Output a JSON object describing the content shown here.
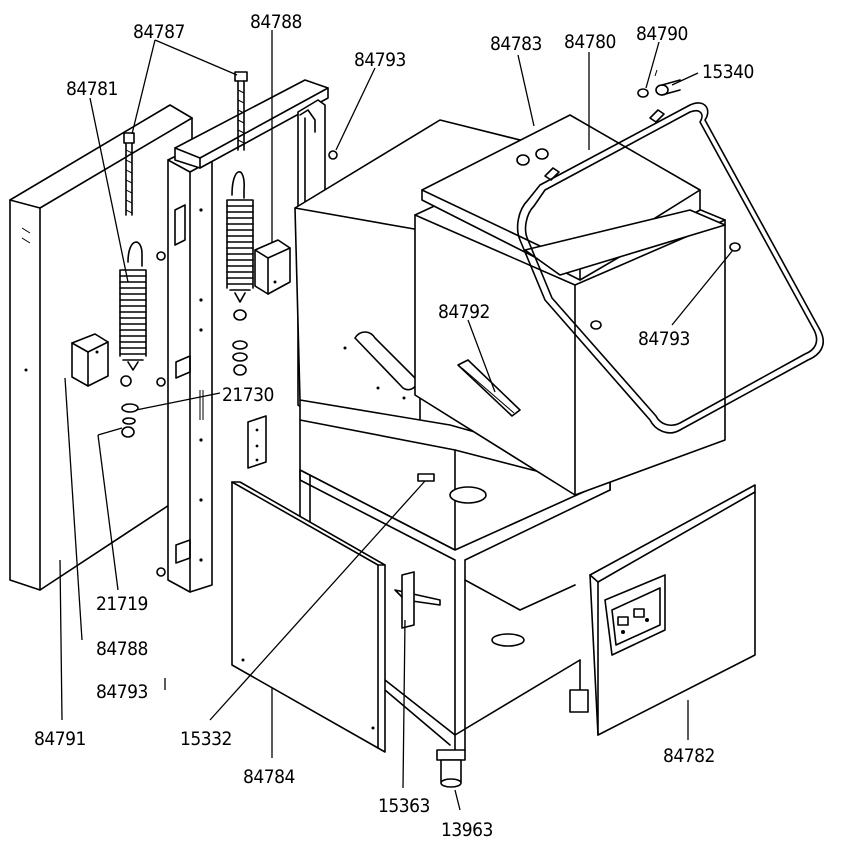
{
  "labels": {
    "p84787": "84787",
    "p84788_top": "84788",
    "p84793_top": "84793",
    "p84783": "84783",
    "p84780": "84780",
    "p84790": "84790",
    "p15340": "15340",
    "p84781": "84781",
    "p84792": "84792",
    "p84793_right": "84793",
    "p21730": "21730",
    "p21719": "21719",
    "p84788_left": "84788",
    "p84793_bottom": "84793",
    "p84791": "84791",
    "p15332": "15332",
    "p84784": "84784",
    "p15363": "15363",
    "p13963": "13963",
    "p84782": "84782"
  }
}
